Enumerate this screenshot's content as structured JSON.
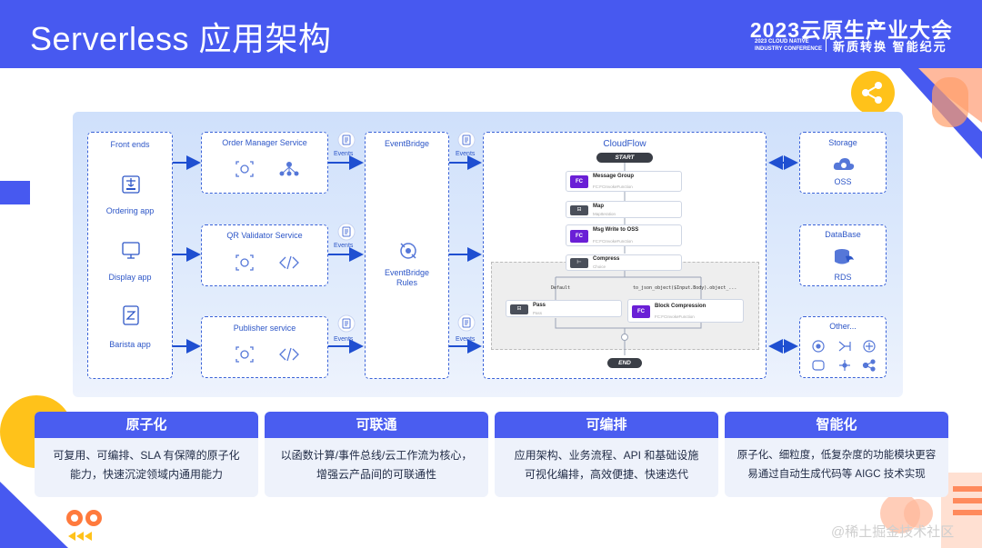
{
  "header": {
    "title": "Serverless 应用架构",
    "brand_title": "2023云原生产业大会",
    "brand_en_line1": "2023 CLOUD NATIVE",
    "brand_en_line2": "INDUSTRY CONFERENCE",
    "brand_slogan": "新质转换 智能纪元"
  },
  "diagram": {
    "frontends": {
      "title": "Front ends",
      "ordering": "Ordering app",
      "display": "Display app",
      "barista": "Barista app"
    },
    "services": {
      "order": "Order Manager Service",
      "qr": "QR Validator Service",
      "publisher": "Publisher service",
      "events_label": "Events"
    },
    "eventbridge": {
      "title": "EventBridge",
      "rules_line1": "EventBridge",
      "rules_line2": "Rules"
    },
    "cloudflow": {
      "title": "CloudFlow",
      "start": "START",
      "end": "END",
      "nodes": {
        "message_group": {
          "title": "Message Group",
          "sub": "FC:FCInvokeFunction"
        },
        "map": {
          "title": "Map",
          "sub": "MapIteration"
        },
        "msg_write": {
          "title": "Msg Write to OSS",
          "sub": "FC:FCInvokeFunction"
        },
        "compress": {
          "title": "Compress",
          "sub": "Choice"
        },
        "pass": {
          "title": "Pass",
          "sub": "Pass"
        },
        "block": {
          "title": "Block Compression",
          "sub": "FC:FCInvokeFunction"
        }
      },
      "fc_badge": "FC",
      "branch_default": "Default",
      "branch_condition": "to_json_object($Input.Body).object_..."
    },
    "right": {
      "storage_title": "Storage",
      "storage_item": "OSS",
      "database_title": "DataBase",
      "database_item": "RDS",
      "other_title": "Other..."
    }
  },
  "cards": [
    {
      "title": "原子化",
      "line1": "可复用、可编排、SLA 有保障的原子化",
      "line2": "能力，快速沉淀领域内通用能力"
    },
    {
      "title": "可联通",
      "line1": "以函数计算/事件总线/云工作流为核心，",
      "line2": "增强云产品间的可联通性"
    },
    {
      "title": "可编排",
      "line1": "应用架构、业务流程、API 和基础设施",
      "line2": "可视化编排，高效便捷、快速迭代"
    },
    {
      "title": "智能化",
      "line1": "原子化、细粒度，低复杂度的功能模块更容",
      "line2": "易通过自动生成代码等 AIGC 技术实现"
    }
  ],
  "watermark": "@稀土掘金技术社区",
  "colors": {
    "header": "#4759f0",
    "accent": "#3b63d8",
    "fc": "#6a1fd6",
    "card_head": "#4a5df0"
  }
}
